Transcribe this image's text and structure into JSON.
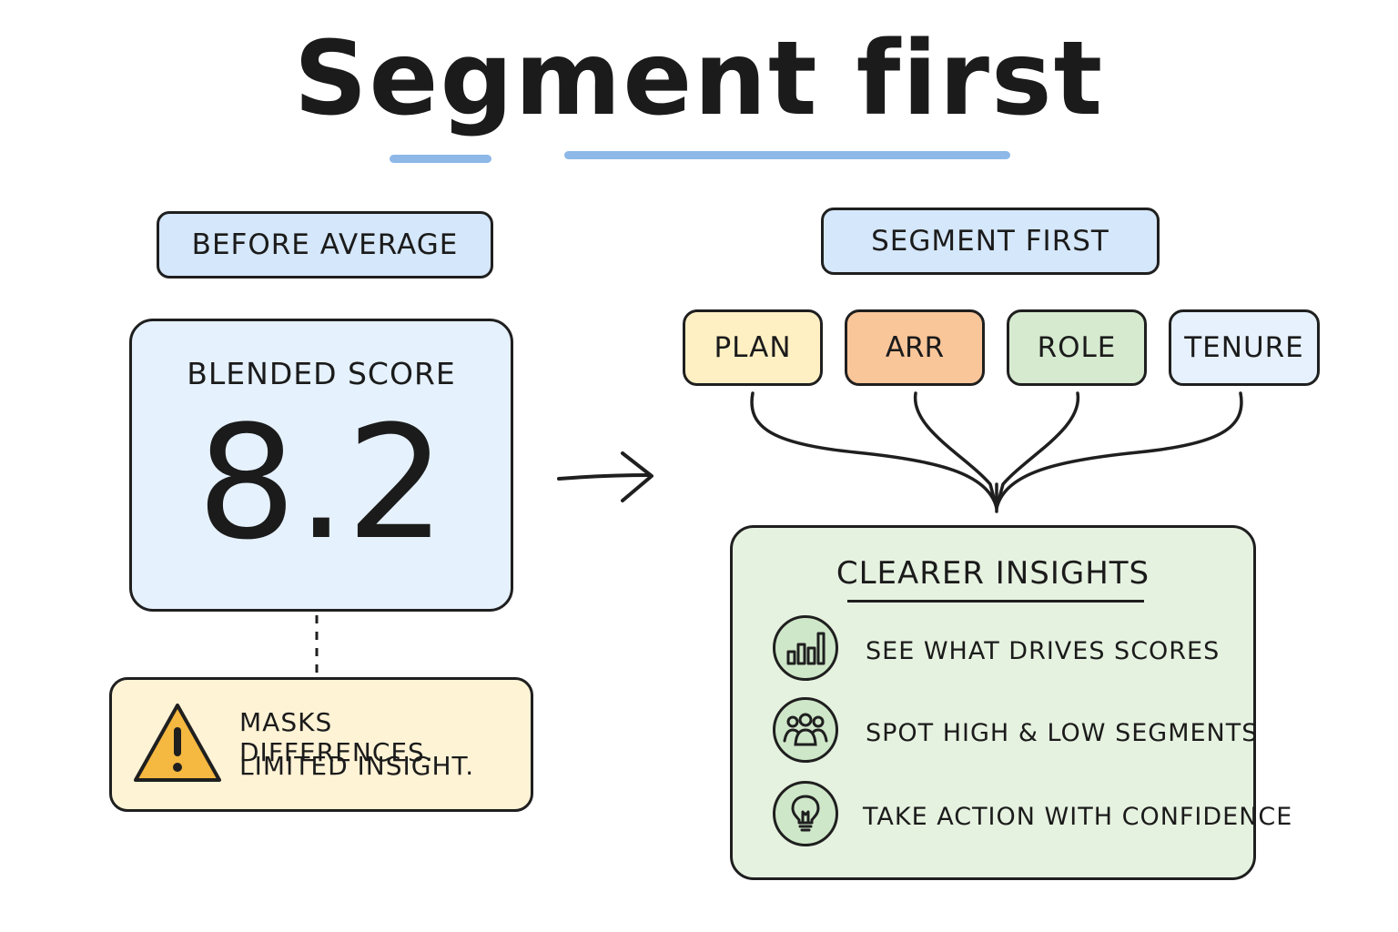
{
  "title": "Segment first",
  "colors": {
    "accent_blue": "#8db8e8",
    "blue_fill": "#e5f1fd",
    "yellow_fill": "#fff3d6",
    "plan_fill": "#fff0c4",
    "arr_fill": "#f9c69a",
    "role_fill": "#d6ead0",
    "tenure_fill": "#e6f1fd",
    "green_fill": "#e6f2e0",
    "warning_orange": "#f5b840",
    "icon_ring_fill": "#cfe7c9"
  },
  "left": {
    "header": "Before average",
    "score_label": "Blended score",
    "score_value": "8.2",
    "warning_icon": "warning-triangle-icon",
    "warning_lines": [
      "Masks differences.",
      "Limited insight."
    ]
  },
  "right": {
    "header": "Segment first",
    "segments": [
      {
        "label": "Plan",
        "fill_key": "plan_fill"
      },
      {
        "label": "ARR",
        "fill_key": "arr_fill"
      },
      {
        "label": "Role",
        "fill_key": "role_fill"
      },
      {
        "label": "Tenure",
        "fill_key": "tenure_fill"
      }
    ],
    "insights": {
      "title": "Clearer insights",
      "items": [
        {
          "icon": "bar-chart-icon",
          "text": "See what drives scores"
        },
        {
          "icon": "people-group-icon",
          "text": "Spot high & low segments"
        },
        {
          "icon": "lightbulb-icon",
          "text": "Take action with confidence"
        }
      ]
    }
  }
}
